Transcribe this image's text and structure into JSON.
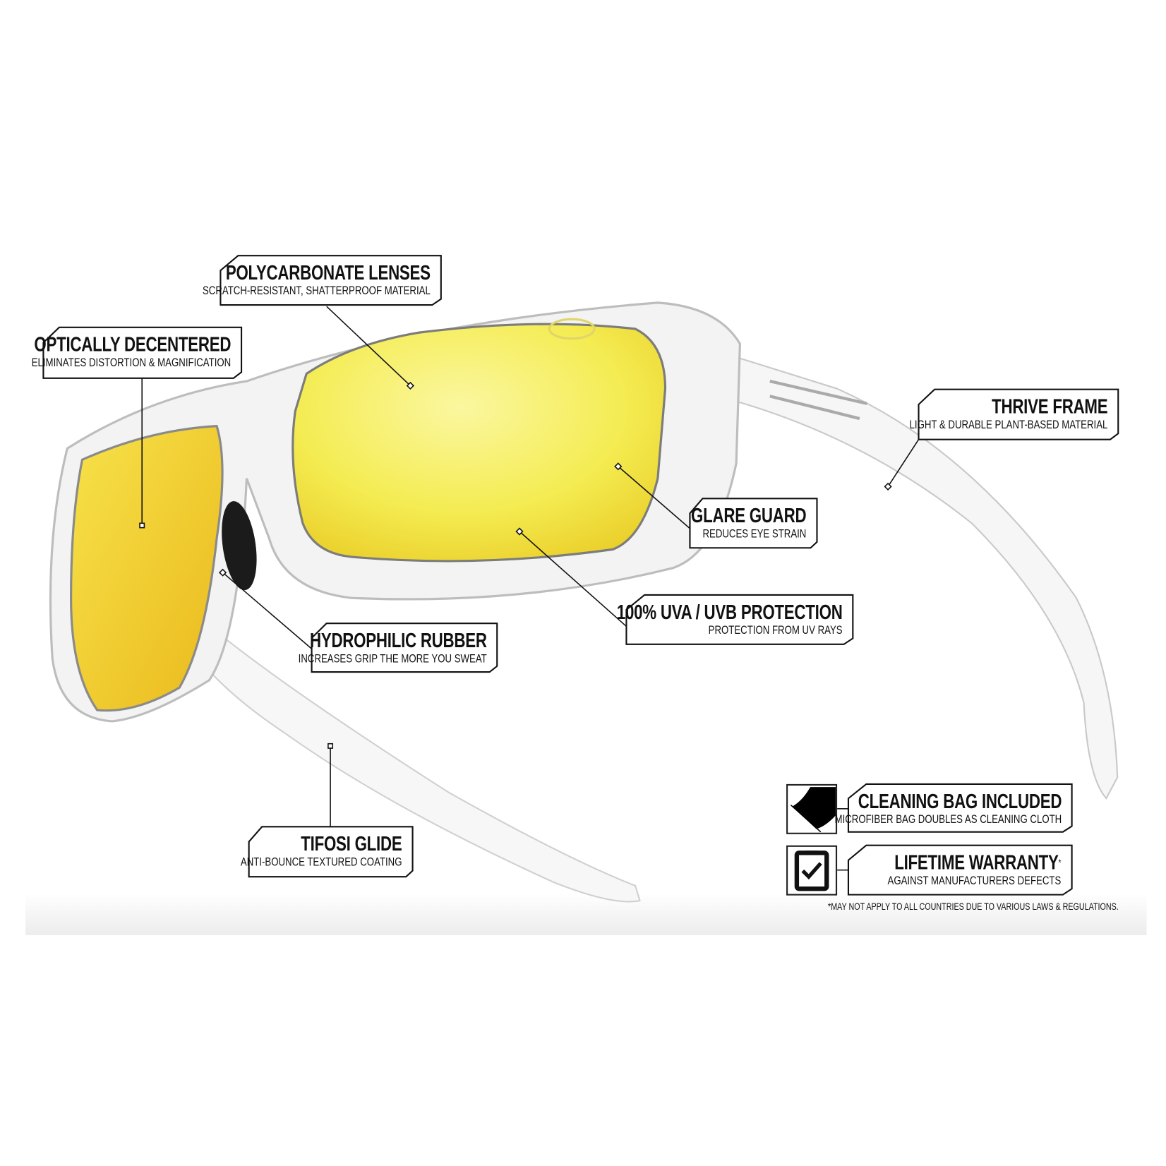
{
  "callouts": [
    {
      "id": "polycarbonate",
      "title": "POLYCARBONATE LENSES",
      "subtitle": "SCRATCH-RESISTANT, SHATTERPROOF MATERIAL"
    },
    {
      "id": "decentered",
      "title": "OPTICALLY DECENTERED",
      "subtitle": "ELIMINATES DISTORTION & MAGNIFICATION"
    },
    {
      "id": "thrive",
      "title": "THRIVE FRAME",
      "subtitle": "LIGHT & DURABLE PLANT-BASED MATERIAL"
    },
    {
      "id": "glare",
      "title": "GLARE GUARD",
      "subtitle": "REDUCES EYE STRAIN"
    },
    {
      "id": "uv",
      "title": "100% UVA / UVB PROTECTION",
      "subtitle": "PROTECTION FROM UV RAYS"
    },
    {
      "id": "hydrophilic",
      "title": "HYDROPHILIC RUBBER",
      "subtitle": "INCREASES GRIP THE MORE YOU SWEAT"
    },
    {
      "id": "glide",
      "title": "TIFOSI GLIDE",
      "subtitle": "ANTI-BOUNCE TEXTURED COATING"
    },
    {
      "id": "bag",
      "title": "CLEANING BAG INCLUDED",
      "subtitle": "MICROFIBER BAG DOUBLES AS CLEANING CLOTH",
      "icon": "cleaning-bag-icon"
    },
    {
      "id": "warranty",
      "title": "LIFETIME WARRANTY",
      "title_mark": "*",
      "subtitle": "AGAINST MANUFACTURERS DEFECTS",
      "icon": "clipboard-check-icon"
    }
  ],
  "disclaimer": "*MAY NOT APPLY TO ALL COUNTRIES DUE TO VARIOUS LAWS & REGULATIONS.",
  "colors": {
    "lens": "#f6e94a",
    "lens_edge": "#e9c21a",
    "ink": "#111111"
  }
}
